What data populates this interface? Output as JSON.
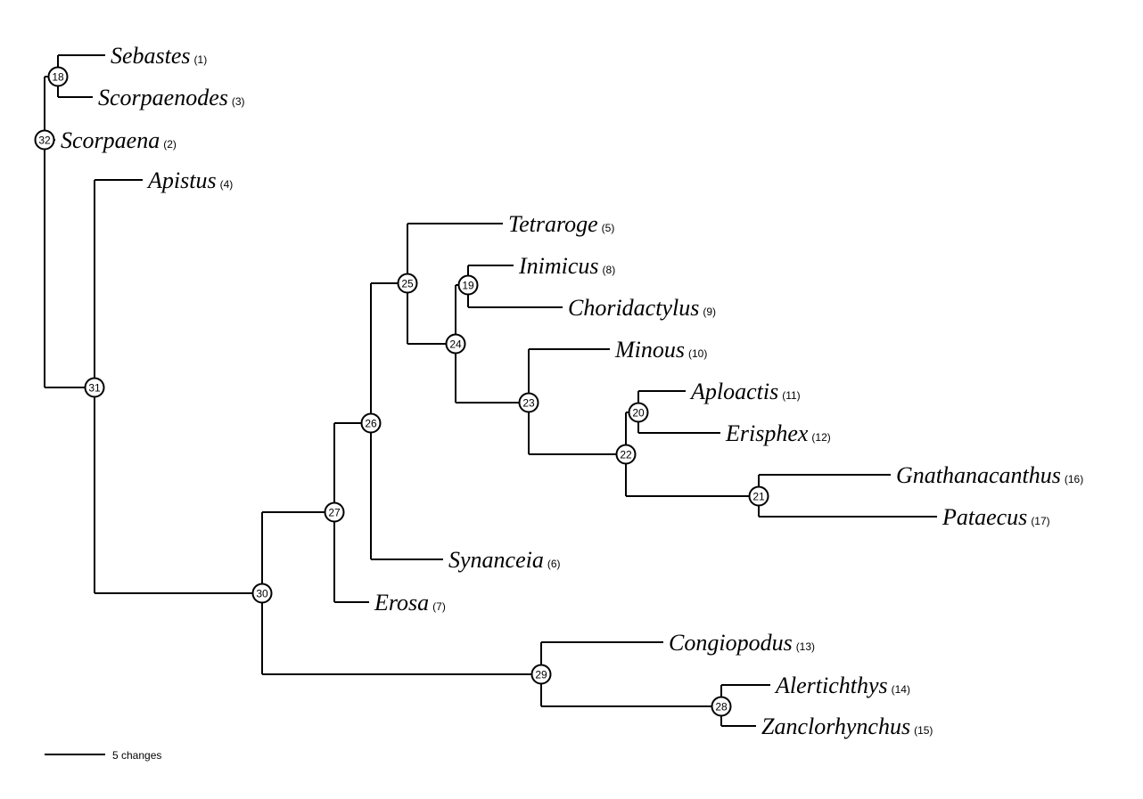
{
  "scale_bar": {
    "label": "5 changes"
  },
  "taxa": [
    {
      "id": "sebastes",
      "name": "Sebastes",
      "num": "(1)"
    },
    {
      "id": "scorpaenodes",
      "name": "Scorpaenodes",
      "num": "(3)"
    },
    {
      "id": "scorpaena",
      "name": "Scorpaena",
      "num": "(2)"
    },
    {
      "id": "apistus",
      "name": "Apistus",
      "num": "(4)"
    },
    {
      "id": "tetraroge",
      "name": "Tetraroge",
      "num": "(5)"
    },
    {
      "id": "inimicus",
      "name": "Inimicus",
      "num": "(8)"
    },
    {
      "id": "choridactylus",
      "name": "Choridactylus",
      "num": "(9)"
    },
    {
      "id": "minous",
      "name": "Minous",
      "num": "(10)"
    },
    {
      "id": "aploactis",
      "name": "Aploactis",
      "num": "(11)"
    },
    {
      "id": "erisphex",
      "name": "Erisphex",
      "num": "(12)"
    },
    {
      "id": "gnathanacanthus",
      "name": "Gnathanacanthus",
      "num": "(16)"
    },
    {
      "id": "pataecus",
      "name": "Pataecus",
      "num": "(17)"
    },
    {
      "id": "synanceia",
      "name": "Synanceia",
      "num": "(6)"
    },
    {
      "id": "erosa",
      "name": "Erosa",
      "num": "(7)"
    },
    {
      "id": "congiopodus",
      "name": "Congiopodus",
      "num": "(13)"
    },
    {
      "id": "alertichthys",
      "name": "Alertichthys",
      "num": "(14)"
    },
    {
      "id": "zanclorhynchus",
      "name": "Zanclorhynchus",
      "num": "(15)"
    }
  ],
  "nodes": [
    {
      "id": "n18",
      "label": "18",
      "children": [
        "sebastes",
        "scorpaenodes"
      ]
    },
    {
      "id": "n19",
      "label": "19",
      "children": [
        "inimicus",
        "choridactylus"
      ]
    },
    {
      "id": "n20",
      "label": "20",
      "children": [
        "aploactis",
        "erisphex"
      ]
    },
    {
      "id": "n21",
      "label": "21",
      "children": [
        "gnathanacanthus",
        "pataecus"
      ]
    },
    {
      "id": "n22",
      "label": "22",
      "children": [
        "n20",
        "n21"
      ]
    },
    {
      "id": "n23",
      "label": "23",
      "children": [
        "minous",
        "n22"
      ]
    },
    {
      "id": "n24",
      "label": "24",
      "children": [
        "n19",
        "n23"
      ]
    },
    {
      "id": "n25",
      "label": "25",
      "children": [
        "tetraroge",
        "n24"
      ]
    },
    {
      "id": "n26",
      "label": "26",
      "children": [
        "n25",
        "synanceia"
      ]
    },
    {
      "id": "n27",
      "label": "27",
      "children": [
        "n26",
        "erosa"
      ]
    },
    {
      "id": "n28",
      "label": "28",
      "children": [
        "alertichthys",
        "zanclorhynchus"
      ]
    },
    {
      "id": "n29",
      "label": "29",
      "children": [
        "congiopodus",
        "n28"
      ]
    },
    {
      "id": "n30",
      "label": "30",
      "children": [
        "n27",
        "n29"
      ]
    },
    {
      "id": "n31",
      "label": "31",
      "children": [
        "apistus",
        "n30"
      ]
    },
    {
      "id": "n32",
      "label": "32",
      "children": [
        "n18",
        "scorpaena",
        "n31"
      ]
    }
  ]
}
